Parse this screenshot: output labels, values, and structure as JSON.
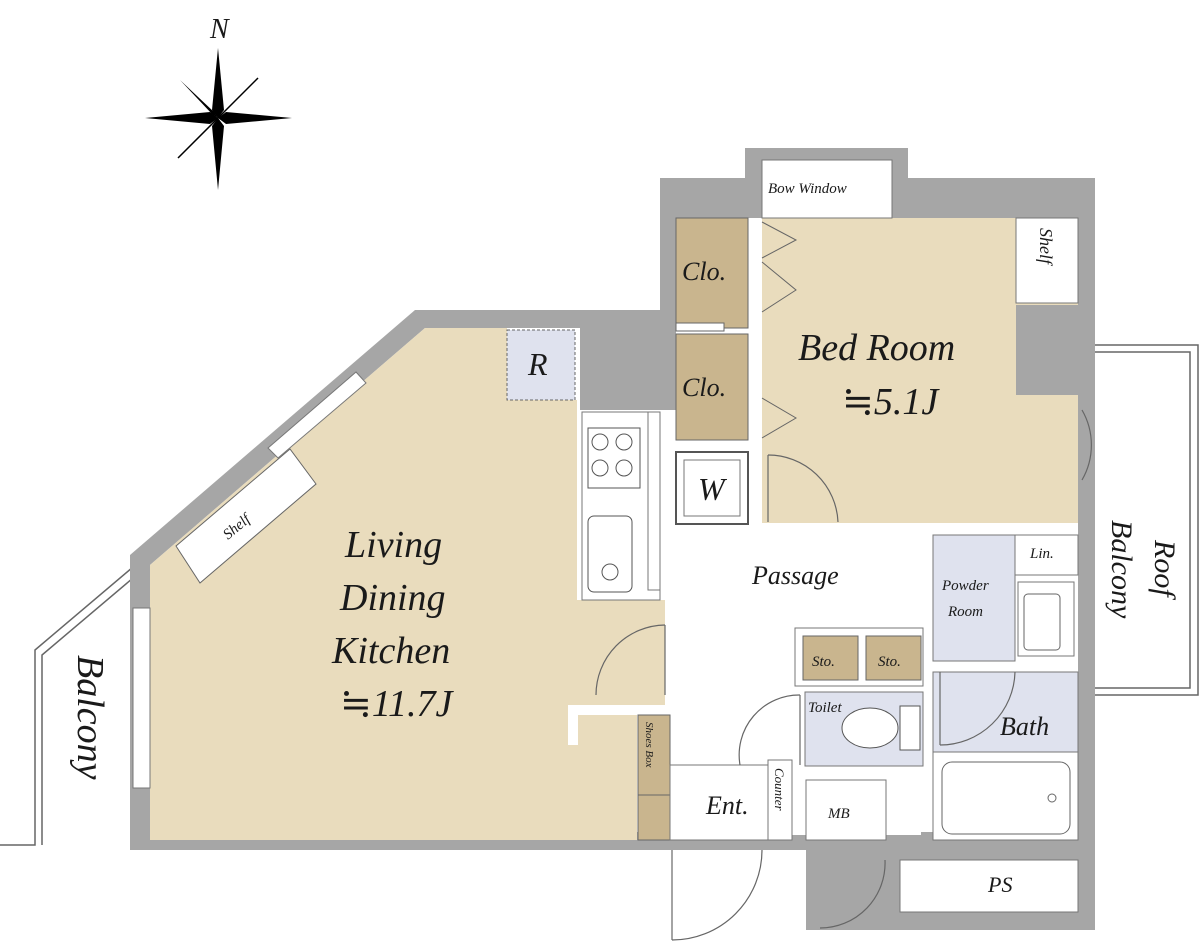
{
  "compass": {
    "north_label": "N"
  },
  "rooms": {
    "ldk": {
      "line1": "Living",
      "line2": "Dining",
      "line3": "Kitchen",
      "area": "≒11.7J"
    },
    "bedroom": {
      "name": "Bed Room",
      "area": "≒5.1J"
    },
    "closet_upper": "Clo.",
    "closet_lower": "Clo.",
    "passage": "Passage",
    "powder_room_line1": "Powder",
    "powder_room_line2": "Room",
    "linen": "Lin.",
    "bath": "Bath",
    "toilet": "Toilet",
    "storage_left": "Sto.",
    "storage_right": "Sto.",
    "entrance": "Ent.",
    "counter": "Counter",
    "shoes_box": "Shoes Box",
    "mb": "MB",
    "ps": "PS",
    "fridge": "R",
    "washer": "W",
    "shelf_ldk": "Shelf",
    "shelf_bedroom": "Shelf",
    "bow_window": "Bow Window",
    "balcony": "Balcony",
    "roof_balcony": "Roof Balcony"
  },
  "colors": {
    "wall": "#a6a6a6",
    "floor_wood": "#e9dcbd",
    "closet_wood": "#c9b58e",
    "wet_area": "#dfe2ee",
    "background": "#ffffff"
  }
}
